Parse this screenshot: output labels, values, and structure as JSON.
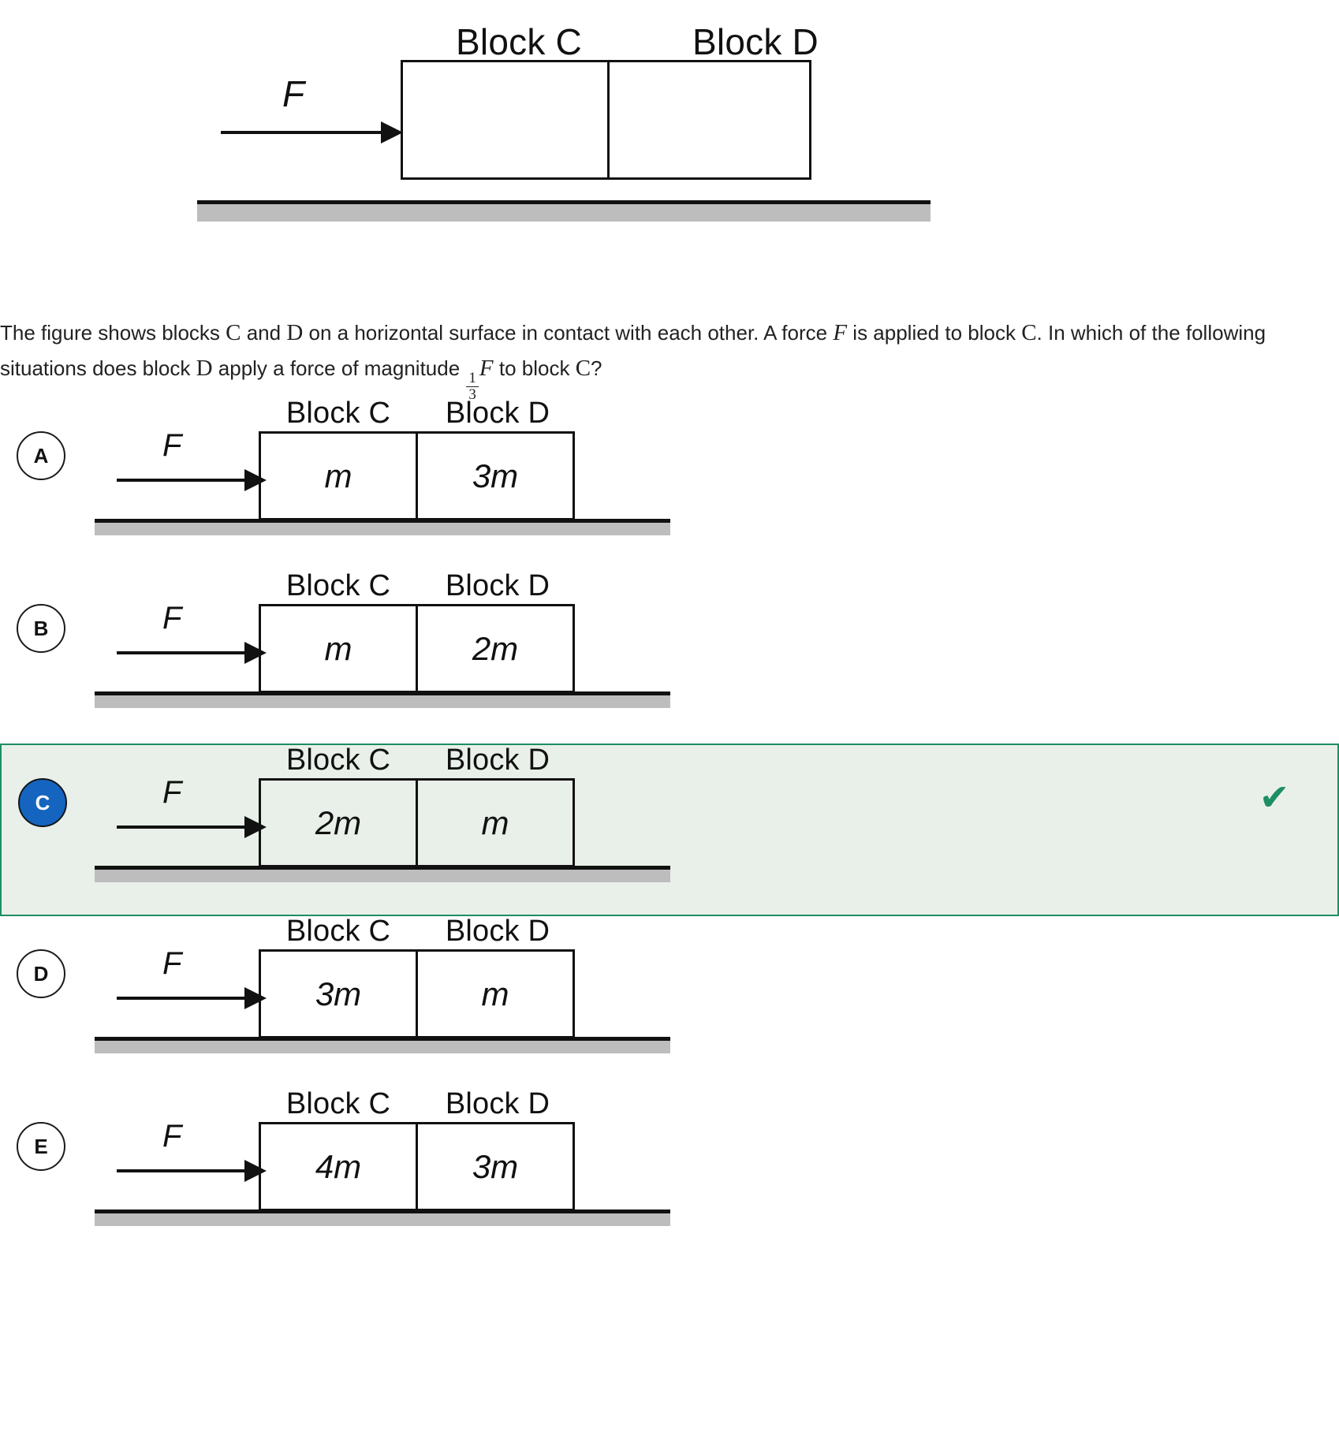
{
  "stem_figure": {
    "label_c": "Block C",
    "label_d": "Block D",
    "force_label": "F",
    "block_c_mass": "",
    "block_d_mass": ""
  },
  "question": {
    "line1_a": "The figure shows blocks ",
    "var_c1": "C",
    "line1_b": " and ",
    "var_d1": "D",
    "line1_c": " on a horizontal surface in contact with each other. A force ",
    "var_f1": "F",
    "line1_d": " is applied to block ",
    "var_c2": "C",
    "line1_e": ". In which of the following situations does block ",
    "var_d2": "D",
    "line1_f": " apply a force of magnitude ",
    "fraction_numerator": "1",
    "fraction_denominator": "3",
    "var_f2": "F",
    "line1_g": " to block ",
    "var_c3": "C",
    "line1_h": "?"
  },
  "colors": {
    "selected_background": "#e8f0e9",
    "selected_border": "#1e8e63",
    "selected_badge": "#1565c0",
    "check": "#1e8e63",
    "ground": "#bdbdbd",
    "outline": "#111111"
  },
  "choices": [
    {
      "letter": "A",
      "label_c": "Block C",
      "label_d": "Block D",
      "force_label": "F",
      "block_c_mass": "m",
      "block_d_mass": "3m",
      "selected": false,
      "correct_marker": ""
    },
    {
      "letter": "B",
      "label_c": "Block C",
      "label_d": "Block D",
      "force_label": "F",
      "block_c_mass": "m",
      "block_d_mass": "2m",
      "selected": false,
      "correct_marker": ""
    },
    {
      "letter": "C",
      "label_c": "Block C",
      "label_d": "Block D",
      "force_label": "F",
      "block_c_mass": "2m",
      "block_d_mass": "m",
      "selected": true,
      "correct_marker": "✔"
    },
    {
      "letter": "D",
      "label_c": "Block C",
      "label_d": "Block D",
      "force_label": "F",
      "block_c_mass": "3m",
      "block_d_mass": "m",
      "selected": false,
      "correct_marker": ""
    },
    {
      "letter": "E",
      "label_c": "Block C",
      "label_d": "Block D",
      "force_label": "F",
      "block_c_mass": "4m",
      "block_d_mass": "3m",
      "selected": false,
      "correct_marker": ""
    }
  ]
}
